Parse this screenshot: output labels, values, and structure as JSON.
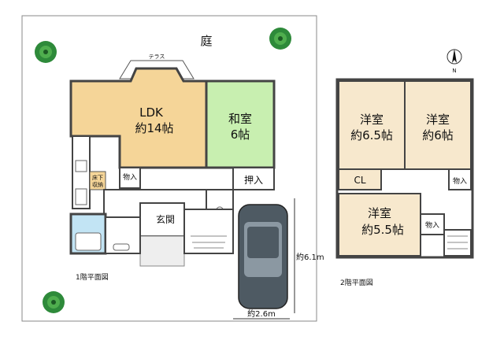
{
  "garden_label": "庭",
  "terrace_label": "テラス",
  "floor1": {
    "caption": "1階平面図",
    "ldk": {
      "name": "LDK",
      "size": "約14帖"
    },
    "washitsu": {
      "name": "和室",
      "size": "6帖"
    },
    "oshiire": "押入",
    "monoire": "物入",
    "genkan": "玄関",
    "underfloor": [
      "床下",
      "収納"
    ]
  },
  "floor2": {
    "caption": "2階平面図",
    "room_a": {
      "name": "洋室",
      "size": "約6.5帖"
    },
    "room_b": {
      "name": "洋室",
      "size": "約6帖"
    },
    "room_c": {
      "name": "洋室",
      "size": "約5.5帖"
    },
    "cl": "CL",
    "monoire_1": "物入",
    "monoire_2": "物入"
  },
  "dimensions": {
    "length": "約6.1m",
    "width": "約2.6m"
  },
  "compass": {
    "label": "N"
  },
  "colors": {
    "ldk": "#f5d598",
    "washitsu": "#c8efb0",
    "yoshitsu": "#f7e8cd",
    "bath": "#c2e4f4",
    "car": "#4e5a63",
    "tree": "#2e8a3a",
    "wall": "#444444"
  }
}
